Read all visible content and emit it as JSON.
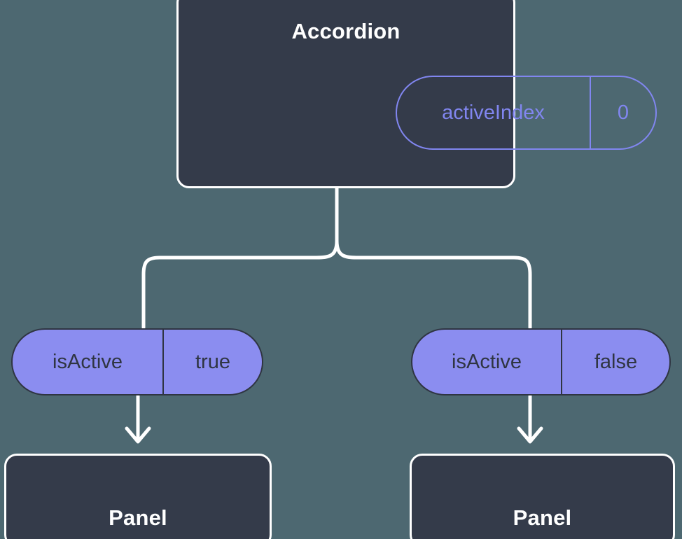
{
  "diagram": {
    "background_color": "#4d6871",
    "node_fill": "#343b4a",
    "node_border": "#ffffff",
    "accent_purple": "#8186f0",
    "pill_fill": "#8b8df0",
    "pill_text": "#2f3542",
    "wire_color": "#ffffff"
  },
  "root": {
    "title": "Accordion",
    "state_pill": {
      "key": "activeIndex",
      "value": "0"
    }
  },
  "branches": [
    {
      "prop_pill": {
        "key": "isActive",
        "value": "true"
      },
      "child": {
        "title": "Panel"
      }
    },
    {
      "prop_pill": {
        "key": "isActive",
        "value": "false"
      },
      "child": {
        "title": "Panel"
      }
    }
  ]
}
